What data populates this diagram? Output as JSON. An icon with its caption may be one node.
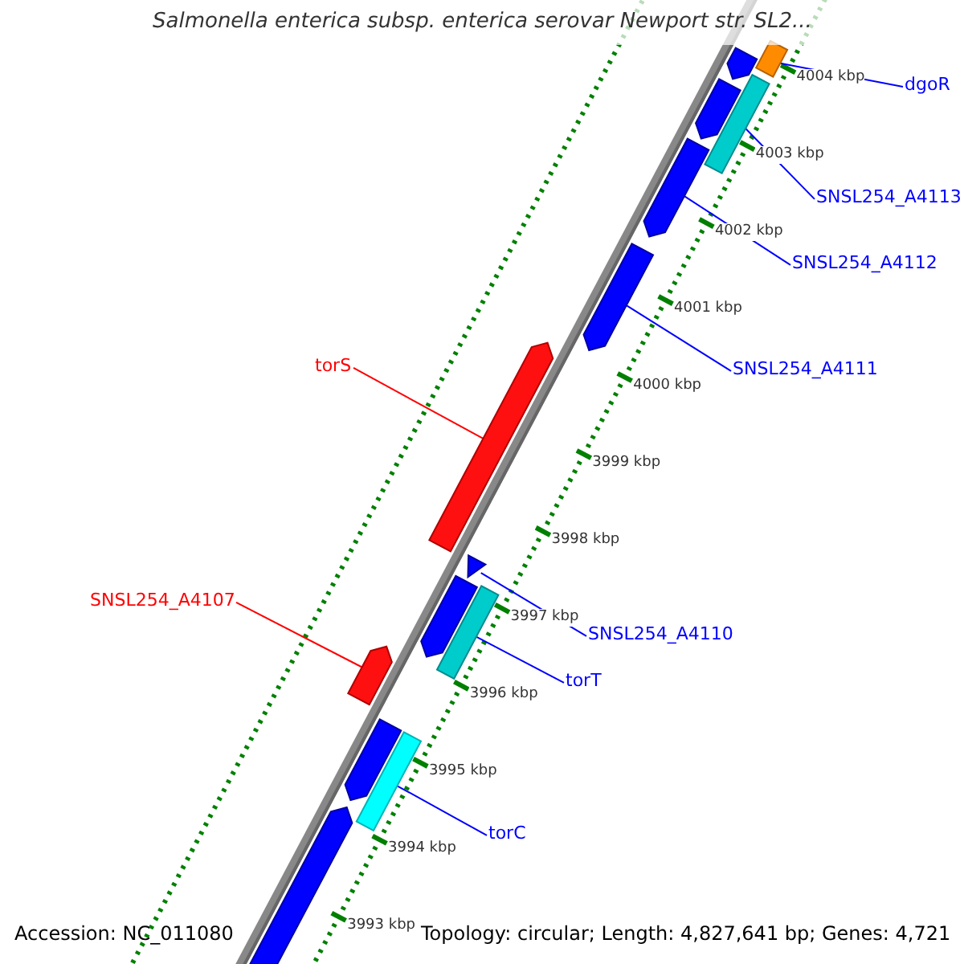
{
  "diagram": {
    "title": "Salmonella enterica subsp. enterica serovar Newport str. SL2...",
    "nodes": [
      {
        "text": [
          "dgoR"
        ]
      },
      {
        "text": [
          "SNSL254_A4113"
        ]
      },
      {
        "text": [
          "SNSL254_A4112"
        ]
      },
      {
        "text": [
          "SNSL254_A4111"
        ]
      },
      {
        "text": [
          "torS"
        ]
      },
      {
        "text": [
          "SNSL254_A4107"
        ]
      },
      {
        "text": [
          "SNSL254_A4110"
        ]
      },
      {
        "text": [
          "torT"
        ]
      },
      {
        "text": [
          "torC"
        ]
      },
      {
        "text": [],
        "shape": "bar"
      },
      {
        "text": [],
        "shape": "bar"
      },
      {
        "text": [],
        "shape": "bar"
      },
      {
        "text": [],
        "shape": "bar"
      },
      {
        "text": [],
        "shape": "bar"
      },
      {
        "text": [],
        "shape": "bar"
      },
      {
        "text": [],
        "shape": "bar"
      },
      {
        "text": [],
        "shape": "bar"
      },
      {
        "text": [],
        "shape": "bar"
      },
      {
        "text": [],
        "shape": "bar"
      },
      {
        "text": [],
        "shape": "bar"
      },
      {
        "text": [],
        "shape": "bar"
      },
      {
        "text": [],
        "shape": "bar"
      },
      {
        "text": [],
        "shape": "bar"
      }
    ],
    "edges": [
      {
        "from": 0,
        "to": 9,
        "arrow": "none"
      },
      {
        "from": 1,
        "to": 10,
        "arrow": "none"
      },
      {
        "from": 2,
        "to": 11,
        "arrow": "none"
      },
      {
        "from": 3,
        "to": 12,
        "arrow": "none"
      },
      {
        "from": 4,
        "to": 13,
        "arrow": "none",
        "color": "#ff0000"
      },
      {
        "from": 5,
        "to": 16,
        "arrow": "none",
        "color": "#ff0000"
      },
      {
        "from": 6,
        "to": 14,
        "arrow": "none"
      },
      {
        "from": 7,
        "to": 15,
        "arrow": "none"
      },
      {
        "from": 8,
        "to": 17,
        "arrow": "none"
      }
    ],
    "labels": [
      "4004 kbp",
      "4003 kbp",
      "4002 kbp",
      "4001 kbp",
      "4000 kbp",
      "3999 kbp",
      "3998 kbp",
      "3997 kbp",
      "3996 kbp",
      "3995 kbp",
      "3994 kbp",
      "3993 kbp",
      "Accession: NC_011080",
      "Topology: circular; Length: 4,827,641 bp; Genes: 4,721"
    ]
  }
}
